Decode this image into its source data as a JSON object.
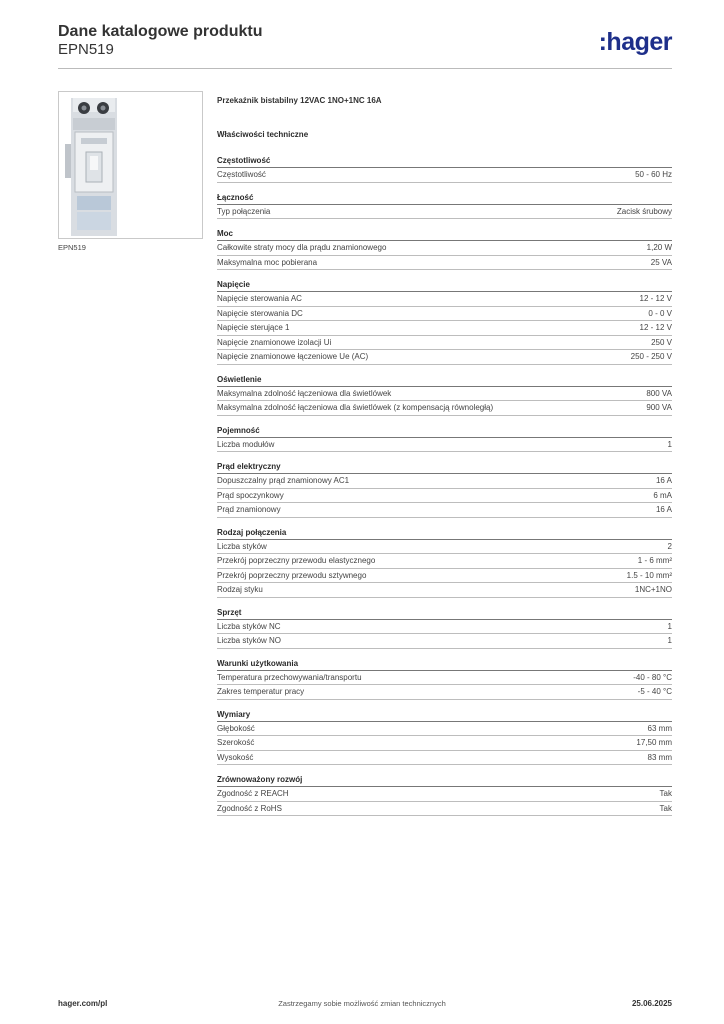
{
  "header": {
    "title": "Dane katalogowe produktu",
    "code": "EPN519",
    "logo": ":hager"
  },
  "photo_caption": "EPN519",
  "product_title": "Przekaźnik bistabilny 12VAC 1NO+1NC 16A",
  "props_title": "Właściwości techniczne",
  "sections": [
    {
      "title": "Częstotliwość",
      "rows": [
        {
          "label": "Częstotliwość",
          "value": "50 - 60 Hz"
        }
      ]
    },
    {
      "title": "Łączność",
      "rows": [
        {
          "label": "Typ połączenia",
          "value": "Zacisk śrubowy"
        }
      ]
    },
    {
      "title": "Moc",
      "rows": [
        {
          "label": "Całkowite straty mocy dla prądu znamionowego",
          "value": "1,20 W"
        },
        {
          "label": "Maksymalna moc pobierana",
          "value": "25 VA"
        }
      ]
    },
    {
      "title": "Napięcie",
      "rows": [
        {
          "label": "Napięcie sterowania AC",
          "value": "12 - 12 V"
        },
        {
          "label": "Napięcie sterowania DC",
          "value": "0 - 0 V"
        },
        {
          "label": "Napięcie sterujące 1",
          "value": "12 - 12 V"
        },
        {
          "label": "Napięcie znamionowe izolacji Ui",
          "value": "250 V"
        },
        {
          "label": "Napięcie znamionowe łączeniowe Ue (AC)",
          "value": "250 - 250 V"
        }
      ]
    },
    {
      "title": "Oświetlenie",
      "rows": [
        {
          "label": "Maksymalna zdolność łączeniowa dla świetlówek",
          "value": "800 VA"
        },
        {
          "label": "Maksymalna zdolność łączeniowa dla świetlówek (z kompensacją równoległą)",
          "value": "900 VA"
        }
      ]
    },
    {
      "title": "Pojemność",
      "rows": [
        {
          "label": "Liczba modułów",
          "value": "1"
        }
      ]
    },
    {
      "title": "Prąd elektryczny",
      "rows": [
        {
          "label": "Dopuszczalny prąd znamionowy AC1",
          "value": "16 A"
        },
        {
          "label": "Prąd spoczynkowy",
          "value": "6 mA"
        },
        {
          "label": "Prąd znamionowy",
          "value": "16 A"
        }
      ]
    },
    {
      "title": "Rodzaj połączenia",
      "rows": [
        {
          "label": "Liczba styków",
          "value": "2"
        },
        {
          "label": "Przekrój poprzeczny przewodu elastycznego",
          "value": "1 - 6 mm²"
        },
        {
          "label": "Przekrój poprzeczny przewodu sztywnego",
          "value": "1.5 - 10 mm²"
        },
        {
          "label": "Rodzaj styku",
          "value": "1NC+1NO"
        }
      ]
    },
    {
      "title": "Sprzęt",
      "rows": [
        {
          "label": "Liczba styków NC",
          "value": "1"
        },
        {
          "label": "Liczba styków NO",
          "value": "1"
        }
      ]
    },
    {
      "title": "Warunki użytkowania",
      "rows": [
        {
          "label": "Temperatura przechowywania/transportu",
          "value": "-40 - 80 °C"
        },
        {
          "label": "Zakres temperatur pracy",
          "value": "-5 - 40 °C"
        }
      ]
    },
    {
      "title": "Wymiary",
      "rows": [
        {
          "label": "Głębokość",
          "value": "63 mm"
        },
        {
          "label": "Szerokość",
          "value": "17,50 mm"
        },
        {
          "label": "Wysokość",
          "value": "83 mm"
        }
      ]
    },
    {
      "title": "Zrównoważony rozwój",
      "rows": [
        {
          "label": "Zgodność z REACH",
          "value": "Tak"
        },
        {
          "label": "Zgodność z RoHS",
          "value": "Tak"
        }
      ]
    }
  ],
  "footer": {
    "left": "hager.com/pl",
    "middle": "Zastrzegamy sobie możliwość zmian technicznych",
    "right": "25.06.2025"
  }
}
